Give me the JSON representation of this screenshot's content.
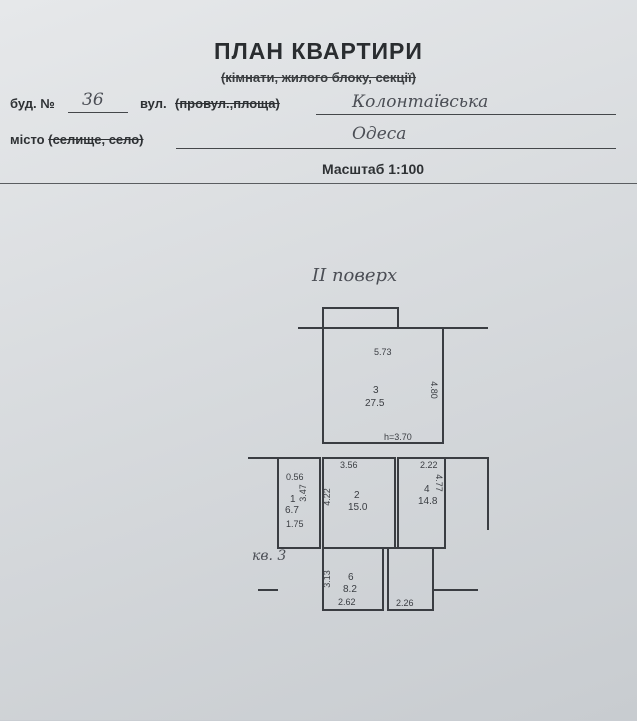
{
  "header": {
    "title": "ПЛАН КВАРТИРИ",
    "subtitle": "(кімнати, жилого блоку, секції)"
  },
  "address": {
    "building_label": "буд. №",
    "building_number": "36",
    "street_label": "вул.",
    "street_alt": "(провул.,площа)",
    "street_value": "Колонтаївська",
    "city_label_prefix": "місто",
    "city_label_alt": "(селище, село)",
    "city_value": "Одеса"
  },
  "scale": {
    "label": "Масштаб 1:100"
  },
  "floor_label": "II поверх",
  "apartment_label": "кв. 3",
  "rooms": [
    {
      "number": "3",
      "area": "27.5",
      "width": "5.73",
      "depth": "4.80",
      "height": "h=3.70"
    },
    {
      "number": "2",
      "area": "15.0",
      "width": "3.56",
      "depth": "4.22"
    },
    {
      "number": "4",
      "area": "14.8",
      "width": "2.22",
      "depth": "4.77"
    },
    {
      "number": "1",
      "area": "6.7",
      "width": "1.75",
      "depth": "3.47"
    },
    {
      "number": "6",
      "area": "8.2",
      "width": "2.62",
      "depth": "3.13"
    }
  ],
  "small_dims": {
    "wc": "0.56",
    "kitchen": "2.26"
  },
  "colors": {
    "ink": "#3a3d42",
    "paper": "#dfe1e3"
  }
}
